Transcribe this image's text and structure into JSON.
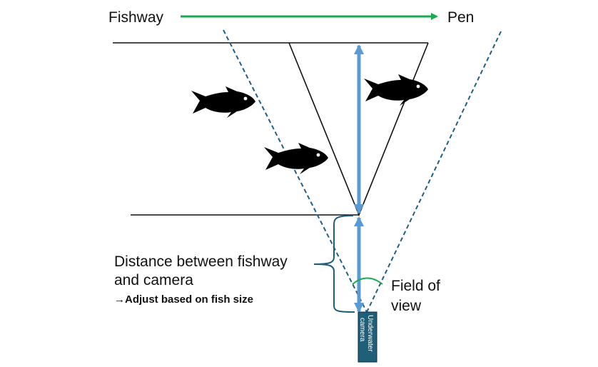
{
  "labels": {
    "fishway": "Fishway",
    "pen": "Pen",
    "distance_line1": "Distance between fishway",
    "distance_line2": "and camera",
    "adjust_note": "→Adjust based on fish size",
    "fov_line1": "Field of",
    "fov_line2": "view",
    "camera_line1": "Underwater",
    "camera_line2": "camera"
  },
  "colors": {
    "flow_arrow": "#1aab50",
    "measure_arrow": "#5b9bd5",
    "fov_dashed": "#1f5f8b",
    "camera_fill": "#1f5f7a",
    "fov_arc": "#1aab50",
    "bracket": "#1f5f7a",
    "outline": "#111111"
  },
  "fish_count": 3
}
